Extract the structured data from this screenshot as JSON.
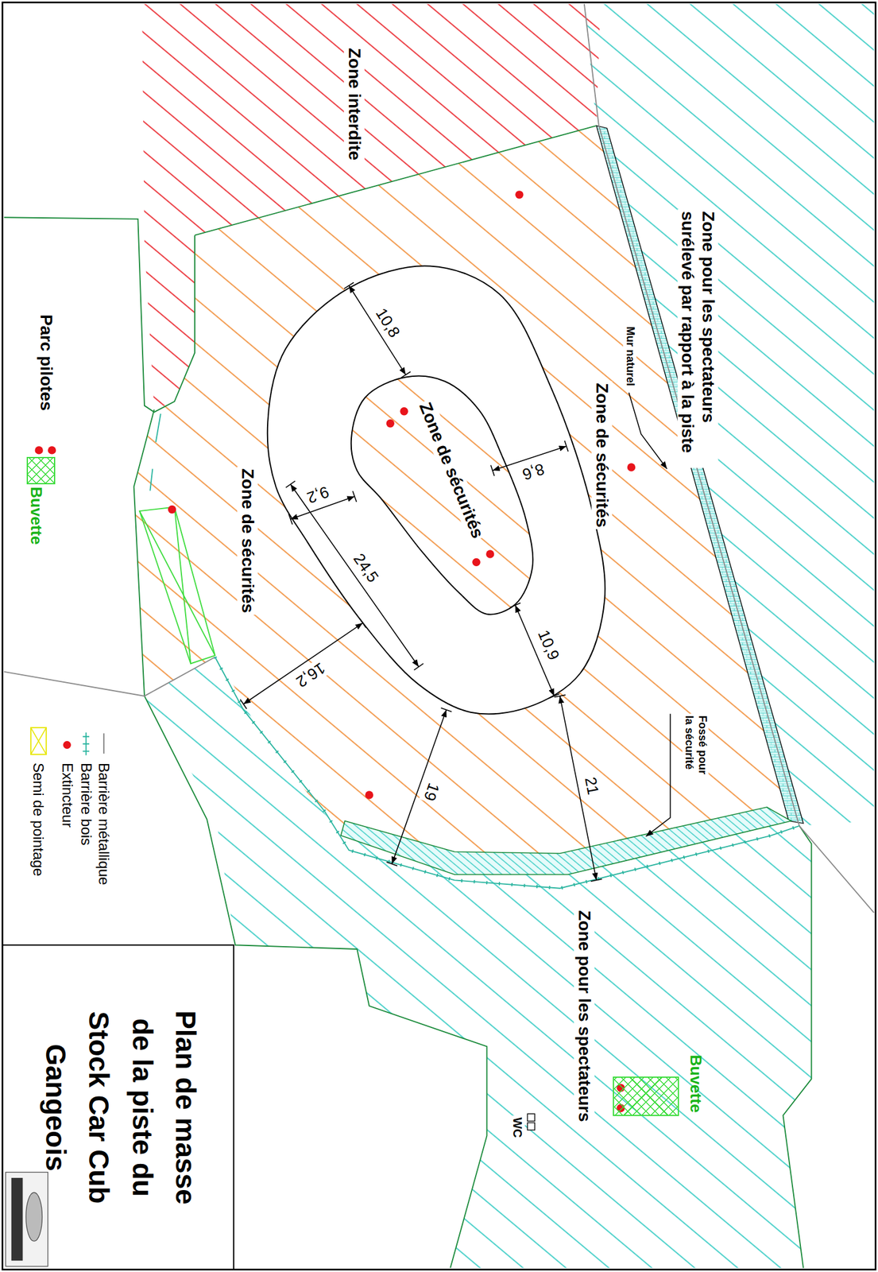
{
  "diagram": {
    "title": "Plan de masse de la piste du Stock Car Cub Gangeois",
    "nodes": [
      {
        "text": [
          "Buvette"
        ]
      },
      {
        "text": [
          "Buvette"
        ]
      }
    ],
    "labels": [
      "Zone interdite",
      "Zone pour les spectateurs surélevé par rapport à la piste",
      "Mur naturel",
      "Zone de sécurités",
      "Zone de sécurités",
      "Zone de sécurités",
      "Parc pilotes",
      "Zone pour les spectateurs",
      "Fossé pour la sécurité",
      "WC",
      "10,8",
      "8,6",
      "9,2",
      "24,5",
      "10,9",
      "16,2",
      "19",
      "21"
    ],
    "legend": [
      {
        "text": "Barrière métallique"
      },
      {
        "text": "Barrière bois"
      },
      {
        "text": "Extincteur",
        "color": "#e8141b"
      },
      {
        "text": "Semi de pointage"
      }
    ]
  }
}
